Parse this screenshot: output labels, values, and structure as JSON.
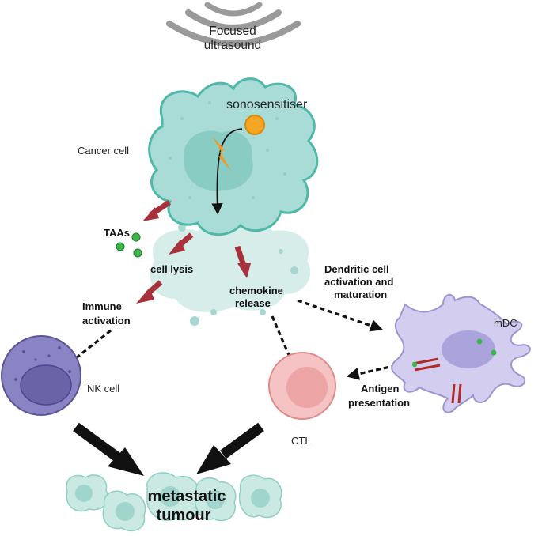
{
  "diagram": {
    "focused_ultrasound": [
      "Focused",
      "ultrasound"
    ],
    "sonosensitiser": "sonosensitiser",
    "cancer_cell": "Cancer cell",
    "taas": "TAAs",
    "cell_lysis": "cell lysis",
    "chemokine_release": [
      "chemokine",
      "release"
    ],
    "immune_activation": [
      "Immune",
      "activation"
    ],
    "dc_activation": [
      "Dendritic cell",
      "activation and",
      "maturation"
    ],
    "mdc": "mDC",
    "nk_cell": "NK cell",
    "ctl": "CTL",
    "antigen_presentation": [
      "Antigen",
      "presentation"
    ],
    "metastatic_tumour": [
      "metastatic",
      "tumour"
    ]
  },
  "colors": {
    "cancer_fill": "#a9dcd6",
    "cancer_stroke": "#4fb8a8",
    "sonosensitiser": "#f5a623",
    "lightning": "#f39a1e",
    "red_arrow": "#a8323c",
    "nk_fill": "#8a83c4",
    "ctl_fill": "#f2a9a9",
    "mdc_fill": "#d3cdef",
    "taa_green": "#3cb54a",
    "ultrasound_arc": "#9a9a9a"
  }
}
